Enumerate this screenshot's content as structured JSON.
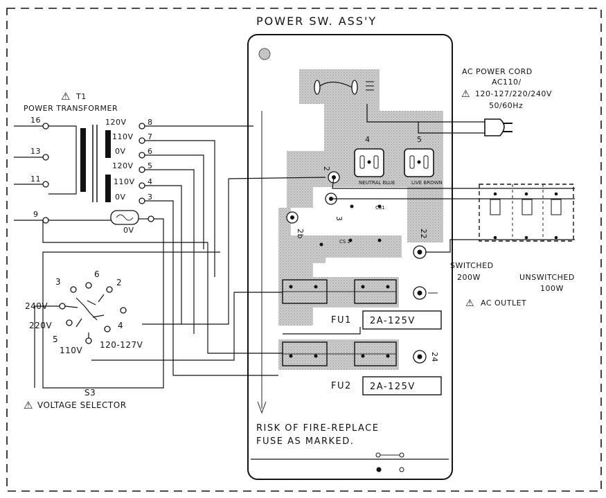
{
  "assembly_title": "POWER SW. ASS'Y",
  "transformer": {
    "ref": "T1",
    "name": "POWER TRANSFORMER",
    "primary_pins": [
      "16",
      "13",
      "11",
      "9"
    ],
    "secondary_taps": [
      {
        "voltage": "120V",
        "pin": "8"
      },
      {
        "voltage": "110V",
        "pin": "7"
      },
      {
        "voltage": "0V",
        "pin": "6"
      },
      {
        "voltage": "120V",
        "pin": "5"
      },
      {
        "voltage": "110V",
        "pin": "4"
      },
      {
        "voltage": "0V",
        "pin": "3"
      }
    ],
    "thermal_label": "0V"
  },
  "voltage_selector": {
    "ref": "S3",
    "name": "VOLTAGE SELECTOR",
    "positions": [
      "3",
      "6",
      "2",
      "240V",
      "220V",
      "5",
      "4",
      "110V",
      "120-127V"
    ]
  },
  "ac_power_cord": {
    "line1": "AC POWER CORD",
    "line2": "AC110/",
    "line3": "120-127/220/240V",
    "line4": "50/60Hz"
  },
  "ac_outlet": {
    "switched": "SWITCHED",
    "switched_rating": "200W",
    "unswitched": "UNSWITCHED",
    "unswitched_rating": "100W",
    "label": "AC OUTLET"
  },
  "pcb": {
    "connectors": [
      "4",
      "5",
      "2",
      "3",
      "2b",
      "22",
      "24"
    ],
    "neutral_label": "NEUTRAL BLUE",
    "live_label": "LIVE BROWN",
    "cs1_label": "CS1",
    "cs2_label": "CS 2"
  },
  "fuses": [
    {
      "ref": "FU1",
      "rating": "2A-125V"
    },
    {
      "ref": "FU2",
      "rating": "2A-125V"
    }
  ],
  "warning": {
    "line1": "RISK OF FIRE-REPLACE",
    "line2": "FUSE AS MARKED."
  }
}
